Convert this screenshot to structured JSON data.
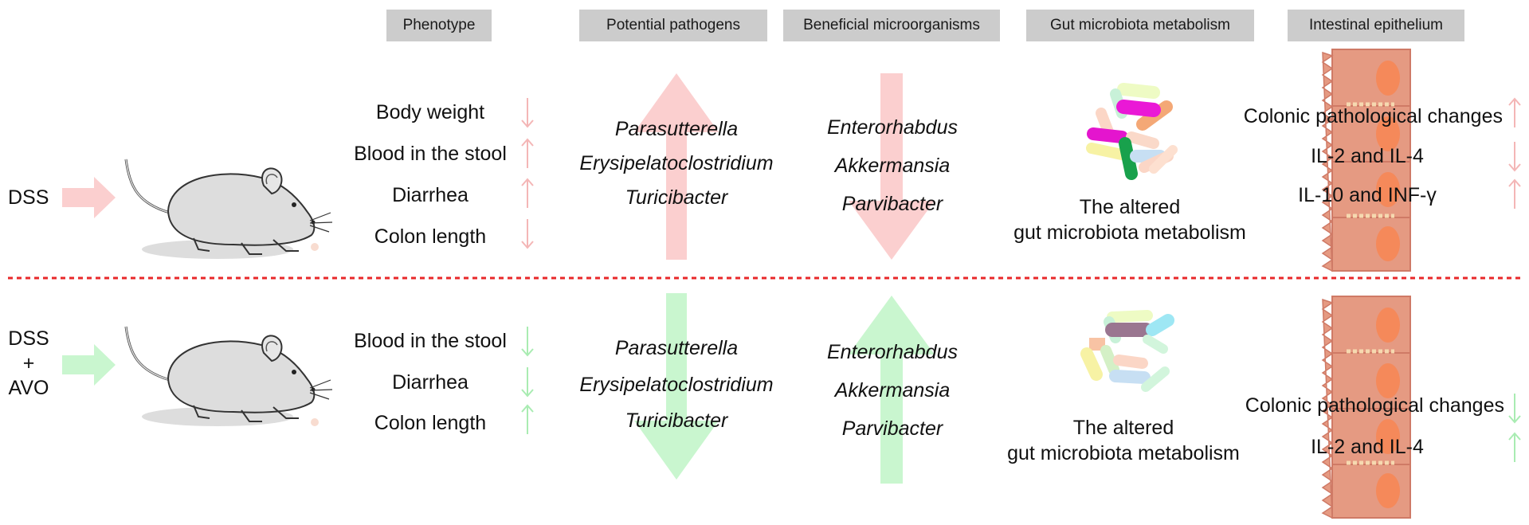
{
  "headers": [
    "Phenotype",
    "Potential pathogens",
    "Beneficial microorganisms",
    "Gut microbiota metabolism",
    "Intestinal epithelium"
  ],
  "top": {
    "label": "DSS",
    "phenotype": [
      "Body weight",
      "Blood in the stool",
      "Diarrhea",
      "Colon length"
    ],
    "pathogens": [
      "Parasutterella",
      "Erysipelatoclostridium",
      "Turicibacter"
    ],
    "beneficial": [
      "Enterorhabdus",
      "Akkermansia",
      "Parvibacter"
    ],
    "metabolism": [
      "The altered",
      "gut microbiota metabolism"
    ],
    "epithelium": [
      "Colonic pathological changes",
      "IL-2 and IL-4",
      "IL-10 and INF-γ"
    ]
  },
  "bottom": {
    "label_lines": [
      "DSS",
      "+",
      "AVO"
    ],
    "phenotype": [
      "Blood in the stool",
      "Diarrhea",
      "Colon length"
    ],
    "pathogens": [
      "Parasutterella",
      "Erysipelatoclostridium",
      "Turicibacter"
    ],
    "beneficial": [
      "Enterorhabdus",
      "Akkermansia",
      "Parvibacter"
    ],
    "metabolism": [
      "The altered",
      "gut microbiota metabolism"
    ],
    "epithelium": [
      "Colonic pathological changes",
      "IL-2 and IL-4"
    ]
  },
  "colors": {
    "pink": "#fbcfcf",
    "green": "#c9f6cf",
    "divider": "#e8282a",
    "header_bg": "#cccccc",
    "cell": "#e59a82",
    "cell_stroke": "#cf7a66",
    "nucleus": "#f5895a",
    "junction": "#f6d9b0"
  },
  "icons": [
    "mouse-icon",
    "bacteria-cluster-icon",
    "epithelial-cells-icon",
    "arrow-up-icon",
    "arrow-down-icon"
  ]
}
